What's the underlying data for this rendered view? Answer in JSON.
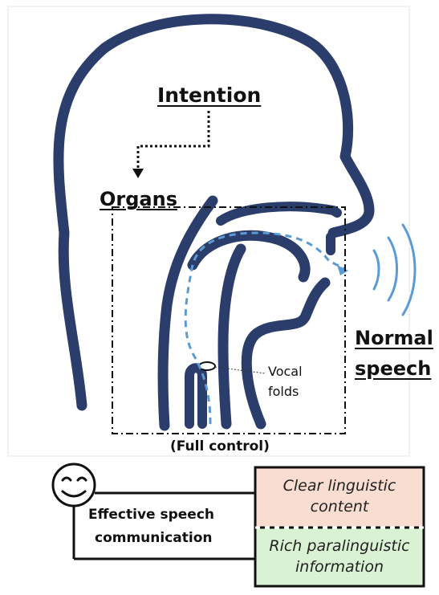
{
  "labels": {
    "intention": "Intention",
    "organs": "Organs",
    "normal_speech_line1": "Normal",
    "normal_speech_line2": "speech",
    "vocal_folds_line1": "Vocal",
    "vocal_folds_line2": "folds",
    "full_control": "(Full control)",
    "effective_line1": "Effective speech",
    "effective_line2": "communication",
    "clear_line1": "Clear linguistic",
    "clear_line2": "content",
    "rich_line1": "Rich paralinguistic",
    "rich_line2": "information"
  },
  "colors": {
    "head_outline": "#2b3d6b",
    "airflow": "#5b9bd5",
    "clear_box": "#f8ddd0",
    "rich_box": "#d9f2d4"
  },
  "icons": {
    "face": "smiley-face-icon",
    "sound": "sound-waves-icon"
  }
}
